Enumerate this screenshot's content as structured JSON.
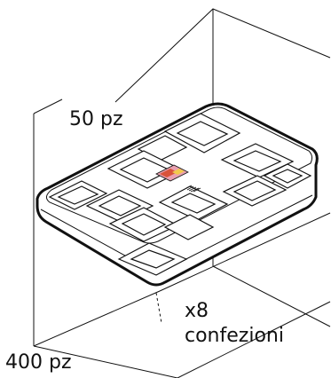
{
  "labels": {
    "per_tray": "50 pz",
    "multiplier": "x8",
    "packs": "confezioni",
    "total": "400 pz"
  },
  "colors": {
    "line": "#111111",
    "sticker_red": "#d9533a",
    "sticker_yellow": "#f2c94c",
    "sticker_pink": "#e9a0b0"
  }
}
